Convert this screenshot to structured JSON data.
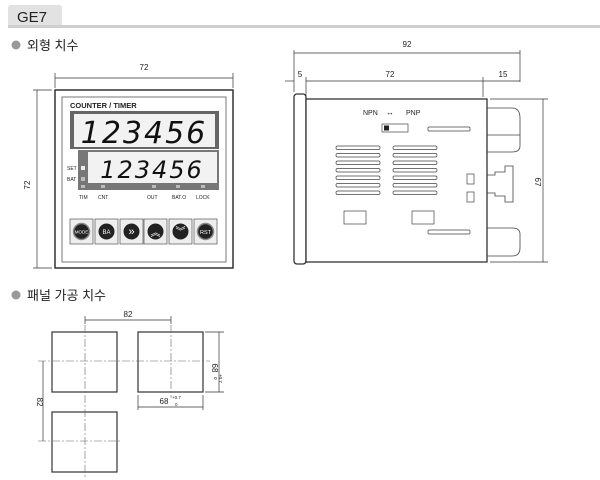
{
  "tab": {
    "title": "GE7"
  },
  "sections": {
    "outline": "외형 치수",
    "panel": "패널 가공 치수"
  },
  "front_view": {
    "width_dim": "72",
    "height_dim": "72",
    "brand_label": "COUNTER / TIMER",
    "display_main": "123456",
    "display_sub": "123456",
    "side_indicators": [
      "SET",
      "BAT"
    ],
    "led_labels": [
      "TIM",
      "CNT",
      "OUT",
      "BAT.O",
      "LOCK"
    ],
    "buttons": [
      "MODE",
      "BA",
      "»",
      "︽",
      "︾",
      "RST"
    ]
  },
  "side_view": {
    "total_dim": "92",
    "bezel_dim": "5",
    "body_dim": "72",
    "rear_dim": "15",
    "height_dim": "67",
    "switch_label_left": "NPN",
    "switch_label_right": "PNP"
  },
  "panel_cutout": {
    "pitch_h": "82",
    "pitch_v": "82",
    "cut_w": "68",
    "cut_h": "68",
    "tol_plus": "+0.7",
    "tol_minus": "0"
  }
}
